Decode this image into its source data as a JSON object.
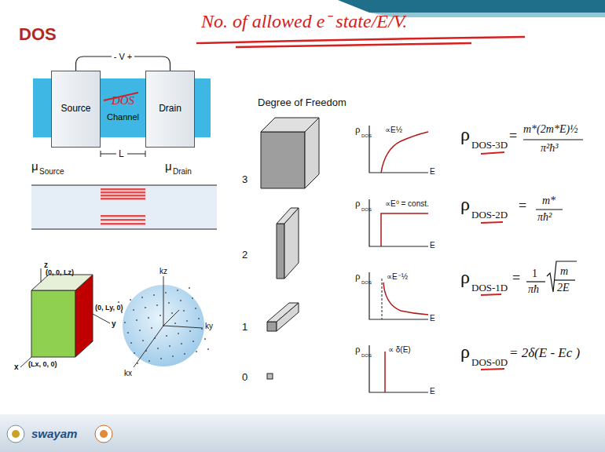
{
  "diagram": {
    "title": "DOS",
    "nodes": [
      {
        "text": [
          "Source"
        ]
      },
      {
        "text": [
          "DOS",
          "Channel"
        ]
      },
      {
        "text": [
          "Drain"
        ]
      }
    ],
    "edges": [
      {
        "from": 0,
        "to": 2,
        "arrow": "none",
        "label": "- V +"
      }
    ],
    "labels": [
      "No. of allowed e⁻ state/E/V.",
      "L",
      "μ",
      "Source",
      "μ",
      "Drain",
      "z",
      "(0, 0, Lz)",
      "(0, Ly, 0)",
      "y",
      "x",
      "(Lx, 0, 0)",
      "kz",
      "ky",
      "kx",
      "Degree of Freedom",
      "3",
      "2",
      "1",
      "0",
      "ρ",
      "DOS",
      "E",
      "∝E½",
      "ρ",
      "DOS",
      "E",
      "∝E⁰ = const.",
      "ρ",
      "DOS",
      "E",
      "∝E⁻½",
      "ρ",
      "DOS",
      "E",
      "∝ δ(E)",
      "ρ",
      "DOS-3D",
      "=",
      "m*(2m*E)½",
      "π²ħ³",
      "ρ",
      "DOS-2D",
      "=",
      "m*",
      "πħ²",
      "ρ",
      "DOS-1D",
      "=",
      "1",
      "πħ",
      "m",
      "2E",
      "ρ",
      "DOS-0D",
      "= 2δ(E - Ec )",
      "swayam"
    ]
  }
}
